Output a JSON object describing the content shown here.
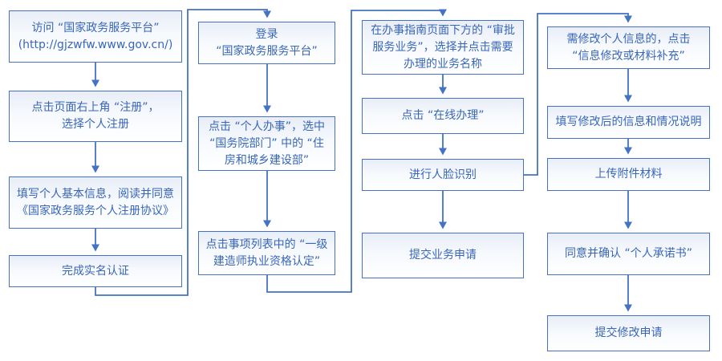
{
  "colors": {
    "line": "#4472C4",
    "box_border": "#4472C4",
    "box_fill_top": "#E8EDF7",
    "text": "#3866B9"
  },
  "flowchart": {
    "columns": [
      {
        "steps": [
          "访问 “国家政务服务平台”\n(http://gjzwfw.www.gov.cn/)",
          "点击页面右上角 “注册”，\n选择个人注册",
          "填写个人基本信息，阅读并同意\n《国家政务服务个人注册协议》",
          "完成实名认证"
        ]
      },
      {
        "steps": [
          "登录\n“国家政务服务平台”",
          "点击 “个人办事”，选中\n“国务院部门” 中的 “住\n房和城乡建设部”",
          "点击事项列表中的 “一级\n建造师执业资格认定”"
        ]
      },
      {
        "steps": [
          "在办事指南页面下方的 “审批\n服务业务”，选择并点击需要\n办理的业务名称",
          "点击 “在线办理”",
          "进行人脸识别",
          "提交业务申请"
        ]
      },
      {
        "steps": [
          "需修改个人信息的，点击\n“信息修改或材料补充”",
          "填写修改后的信息和情况说明",
          "上传附件材料",
          "同意并确认 “个人承诺书”",
          "提交修改申请"
        ]
      }
    ]
  }
}
